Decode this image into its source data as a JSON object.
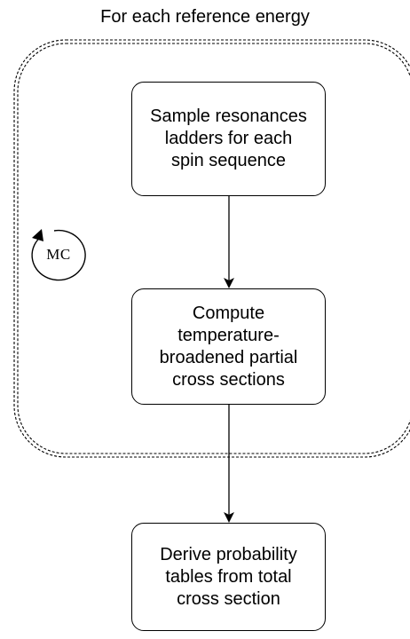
{
  "loop": {
    "title": "For each reference energy",
    "badge_label": "MC",
    "badge_icon": "circular-arrow-icon"
  },
  "nodes": [
    {
      "id": "sample",
      "lines": [
        "Sample resonances",
        "ladders for each",
        "spin sequence"
      ]
    },
    {
      "id": "compute",
      "lines": [
        "Compute",
        "temperature-",
        "broadened partial",
        "cross sections"
      ]
    },
    {
      "id": "derive",
      "lines": [
        "Derive probability",
        "tables from total",
        "cross section"
      ]
    }
  ],
  "colors": {
    "stroke": "#000000",
    "background": "#ffffff"
  }
}
